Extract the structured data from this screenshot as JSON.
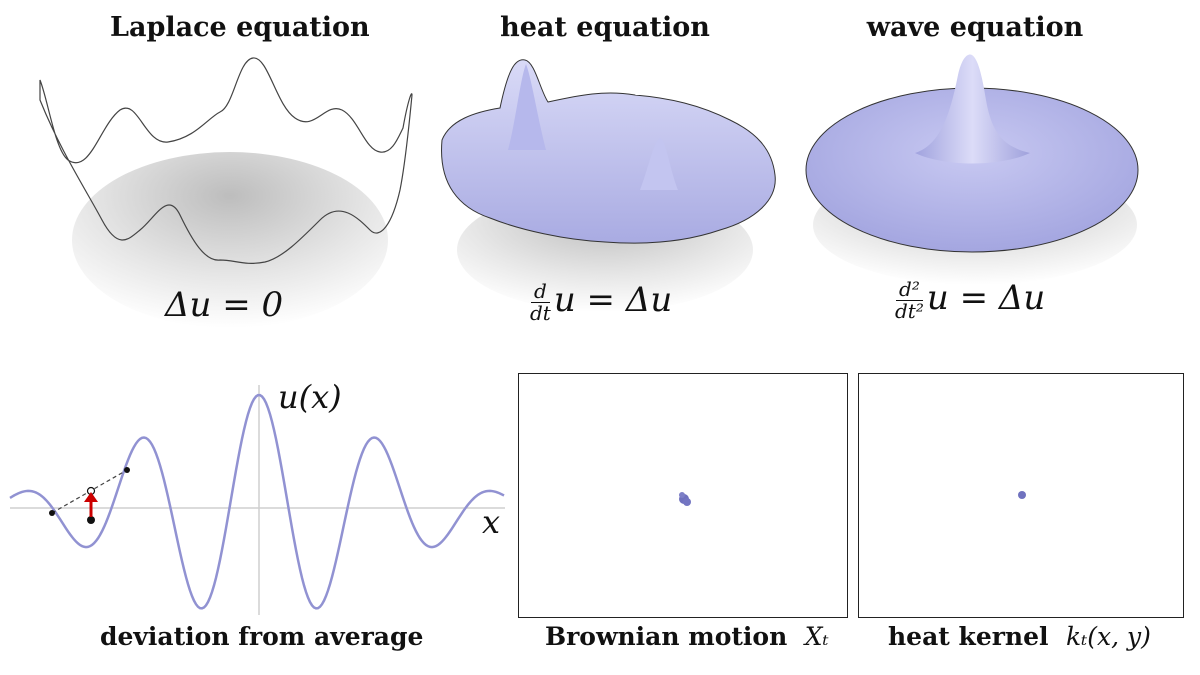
{
  "panels": {
    "laplace": {
      "title": "Laplace equation",
      "equation": "Δu = 0"
    },
    "heat": {
      "title": "heat equation",
      "eq_num": "d",
      "eq_den": "dt",
      "eq_rest": "u = Δu"
    },
    "wave": {
      "title": "wave equation",
      "eq_num": "d²",
      "eq_den": "dt²",
      "eq_rest": "u = Δu"
    }
  },
  "deviation": {
    "caption": "deviation from average",
    "y_label": "u(x)",
    "x_label": "x"
  },
  "brownian": {
    "caption": "Brownian motion",
    "symbol": "Xₜ"
  },
  "heat_kernel": {
    "caption": "heat kernel",
    "symbol": "kₜ(x, y)"
  },
  "colors": {
    "surface": "#b7b9ea",
    "curve": "#8f8fd0",
    "dot": "#7072bf",
    "arrow": "#cc0000"
  }
}
